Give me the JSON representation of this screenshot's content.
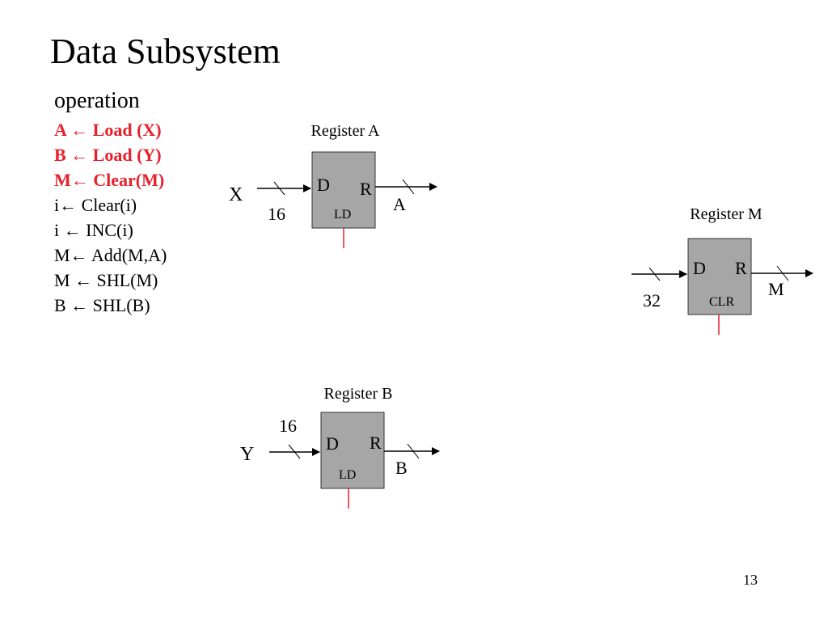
{
  "title": "Data Subsystem",
  "operations": {
    "heading": "operation",
    "items": [
      {
        "text": "A ← Load (X)",
        "highlight": true
      },
      {
        "text": "B ← Load (Y)",
        "highlight": true
      },
      {
        "text": "M← Clear(M)",
        "highlight": true
      },
      {
        "text": "i← Clear(i)",
        "highlight": false
      },
      {
        "text": "i ← INC(i)",
        "highlight": false
      },
      {
        "text": "M← Add(M,A)",
        "highlight": false
      },
      {
        "text": "M ← SHL(M)",
        "highlight": false
      },
      {
        "text": "B ← SHL(B)",
        "highlight": false
      }
    ]
  },
  "registers": {
    "a": {
      "caption": "Register A",
      "d": "D",
      "r": "R",
      "control": "LD",
      "input": "X",
      "width": "16",
      "output": "A"
    },
    "m": {
      "caption": "Register M",
      "d": "D",
      "r": "R",
      "control": "CLR",
      "width": "32",
      "output": "M"
    },
    "b": {
      "caption": "Register B",
      "d": "D",
      "r": "R",
      "control": "LD",
      "input": "Y",
      "width": "16",
      "output": "B"
    }
  },
  "colors": {
    "highlight": "#e8202a",
    "box_fill": "#a6a6a6",
    "control_line": "#e8202a"
  },
  "page_number": "13"
}
